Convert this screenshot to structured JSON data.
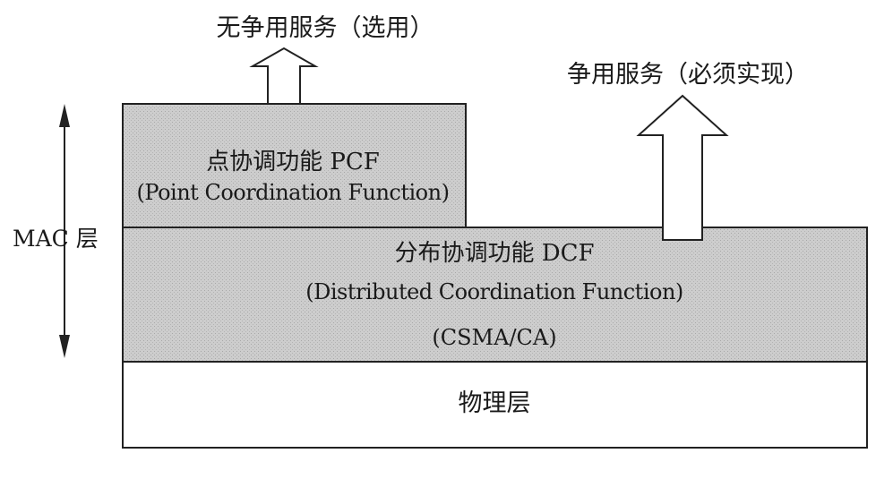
{
  "layers": {
    "pcf": {
      "name_cn": "点协调功能 PCF",
      "name_en": "(Point Coordination Function)"
    },
    "dcf": {
      "name_cn": "分布协调功能 DCF",
      "name_en": "(Distributed Coordination Function)",
      "protocol": "(CSMA/CA)"
    },
    "physical": {
      "name": "物理层"
    }
  },
  "services": {
    "contention_free": "无争用服务（选用）",
    "contention": "争用服务（必须实现）"
  },
  "mac_label": "MAC 层",
  "colors": {
    "shaded_fill": "#c9c9c9",
    "border": "#222222",
    "background": "#ffffff"
  }
}
